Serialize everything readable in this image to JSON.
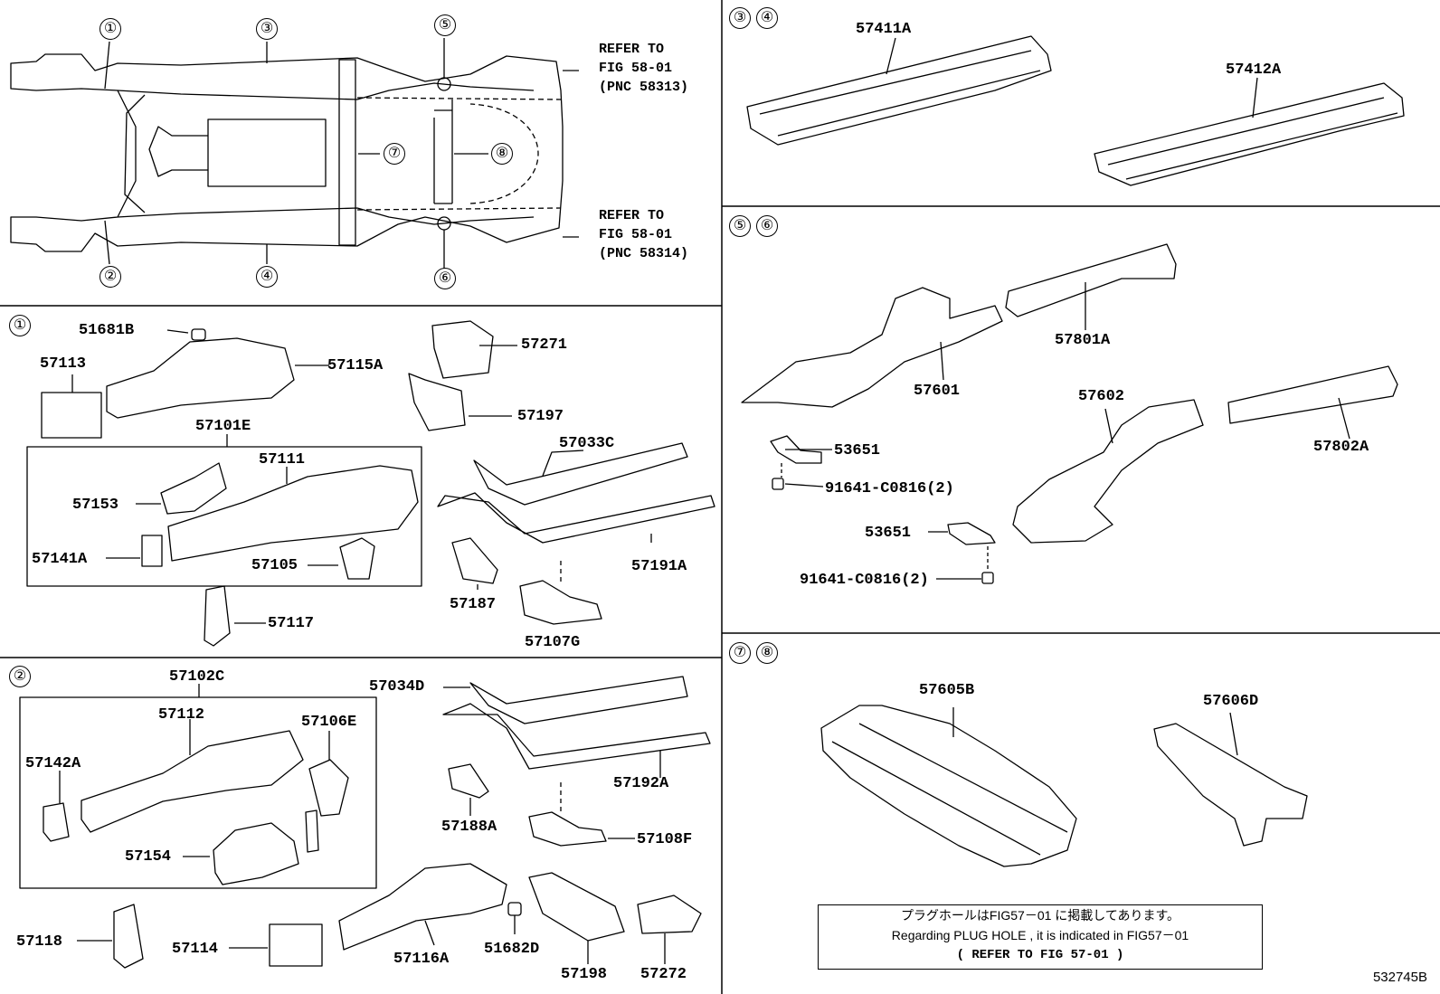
{
  "overview": {
    "callouts": [
      "①",
      "②",
      "③",
      "④",
      "⑤",
      "⑥",
      "⑦",
      "⑧"
    ],
    "refer_upper": "REFER TO\nFIG 58-01\n(PNC 58313)",
    "refer_lower": "REFER TO\nFIG 58-01\n(PNC 58314)"
  },
  "panel_1": {
    "tag": "①",
    "parts": [
      "51681B",
      "57113",
      "57115A",
      "57101E",
      "57111",
      "57153",
      "57141A",
      "57105",
      "57117",
      "57271",
      "57197",
      "57033C",
      "57191A",
      "57187",
      "57107G"
    ]
  },
  "panel_2": {
    "tag": "②",
    "parts": [
      "57102C",
      "57112",
      "57106E",
      "57142A",
      "57154",
      "57118",
      "57114",
      "57116A",
      "51682D",
      "57198",
      "57272",
      "57034D",
      "57192A",
      "57188A",
      "57108F"
    ]
  },
  "panel_34": {
    "tag_a": "③",
    "tag_b": "④",
    "parts": [
      "57411A",
      "57412A"
    ]
  },
  "panel_56": {
    "tag_a": "⑤",
    "tag_b": "⑥",
    "parts": [
      "57601",
      "57801A",
      "57602",
      "57802A",
      "53651",
      "91641-C0816(2)",
      "53651",
      "91641-C0816(2)"
    ]
  },
  "panel_78": {
    "tag_a": "⑦",
    "tag_b": "⑧",
    "parts": [
      "57605B",
      "57606D"
    ]
  },
  "note": {
    "line1": "プラグホールはFIG57－01 に掲載してあります。",
    "line2": "Regarding PLUG HOLE , it is indicated in FIG57－01",
    "line3": "(  REFER TO FIG 57-01 )"
  },
  "figure_number": "532745B"
}
